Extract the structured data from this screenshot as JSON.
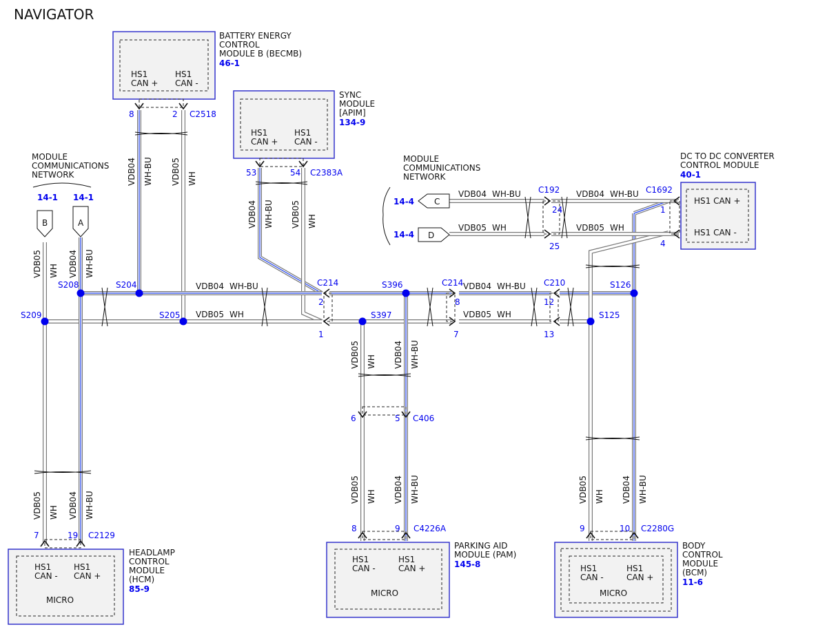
{
  "title": "NAVIGATOR",
  "modules": {
    "becmb": {
      "name_lines": [
        "BATTERY ENERGY",
        "CONTROL",
        "MODULE B (BECMB)"
      ],
      "ref": "46-1",
      "pins": [
        {
          "line1": "HS1",
          "line2": "CAN +"
        },
        {
          "line1": "HS1",
          "line2": "CAN -"
        }
      ]
    },
    "apim": {
      "name_lines": [
        "SYNC",
        "MODULE",
        "[APIM]"
      ],
      "ref": "134-9",
      "pins": [
        {
          "line1": "HS1",
          "line2": "CAN +"
        },
        {
          "line1": "HS1",
          "line2": "CAN -"
        }
      ]
    },
    "dcdc": {
      "name_lines": [
        "DC TO DC CONVERTER",
        "CONTROL MODULE"
      ],
      "ref": "40-1",
      "pins": [
        {
          "label": "HS1 CAN +"
        },
        {
          "label": "HS1 CAN -"
        }
      ]
    },
    "hcm": {
      "name_lines": [
        "HEADLAMP",
        "CONTROL",
        "MODULE",
        "(HCM)"
      ],
      "ref": "85-9",
      "pins": [
        {
          "line1": "HS1",
          "line2": "CAN -"
        },
        {
          "line1": "HS1",
          "line2": "CAN +"
        }
      ],
      "micro": "MICRO"
    },
    "pam": {
      "name_lines": [
        "PARKING AID",
        "MODULE (PAM)"
      ],
      "ref": "145-8",
      "pins": [
        {
          "line1": "HS1",
          "line2": "CAN -"
        },
        {
          "line1": "HS1",
          "line2": "CAN +"
        }
      ],
      "micro": "MICRO"
    },
    "bcm": {
      "name_lines": [
        "BODY",
        "CONTROL",
        "MODULE",
        "(BCM)"
      ],
      "ref": "11-6",
      "pins": [
        {
          "line1": "HS1",
          "line2": "CAN -"
        },
        {
          "line1": "HS1",
          "line2": "CAN +"
        }
      ],
      "micro": "MICRO"
    }
  },
  "networks": {
    "left": {
      "label_lines": [
        "MODULE",
        "COMMUNICATIONS",
        "NETWORK"
      ],
      "refs": [
        "14-1",
        "14-1"
      ],
      "letters": [
        "B",
        "A"
      ]
    },
    "right": {
      "label_lines": [
        "MODULE",
        "COMMUNICATIONS",
        "NETWORK"
      ],
      "refs": [
        "14-4",
        "14-4"
      ],
      "letters": [
        "C",
        "D"
      ]
    }
  },
  "connectors": {
    "c2518": {
      "name": "C2518",
      "pins": [
        "8",
        "2"
      ]
    },
    "c2383a": {
      "name": "C2383A",
      "pins": [
        "53",
        "54"
      ]
    },
    "c192": {
      "name": "C192",
      "pins": [
        "24",
        "25"
      ]
    },
    "c1692": {
      "name": "C1692",
      "pins": [
        "1",
        "4"
      ]
    },
    "c214a": {
      "name": "C214",
      "pins": [
        "2",
        "1"
      ]
    },
    "c214b": {
      "name": "C214",
      "pins": [
        "8",
        "7"
      ]
    },
    "c210": {
      "name": "C210",
      "pins": [
        "12",
        "13"
      ]
    },
    "c406": {
      "name": "C406",
      "pins": [
        "6",
        "5"
      ]
    },
    "c2129": {
      "name": "C2129",
      "pins": [
        "7",
        "19"
      ]
    },
    "c4226a": {
      "name": "C4226A",
      "pins": [
        "8",
        "9"
      ]
    },
    "c2280g": {
      "name": "C2280G",
      "pins": [
        "9",
        "10"
      ]
    }
  },
  "splices": [
    "S208",
    "S204",
    "S209",
    "S205",
    "S396",
    "S397",
    "S126",
    "S125"
  ],
  "wires": {
    "can_hi": "VDB04",
    "can_hi_color": "WH-BU",
    "can_lo": "VDB05",
    "can_lo_color": "WH"
  },
  "colors": {
    "module_border": "#3333cc",
    "ref_text": "#0000ee",
    "wire_blue": "#2244ee",
    "wire_gray": "#777777",
    "splice": "#0000ee"
  }
}
